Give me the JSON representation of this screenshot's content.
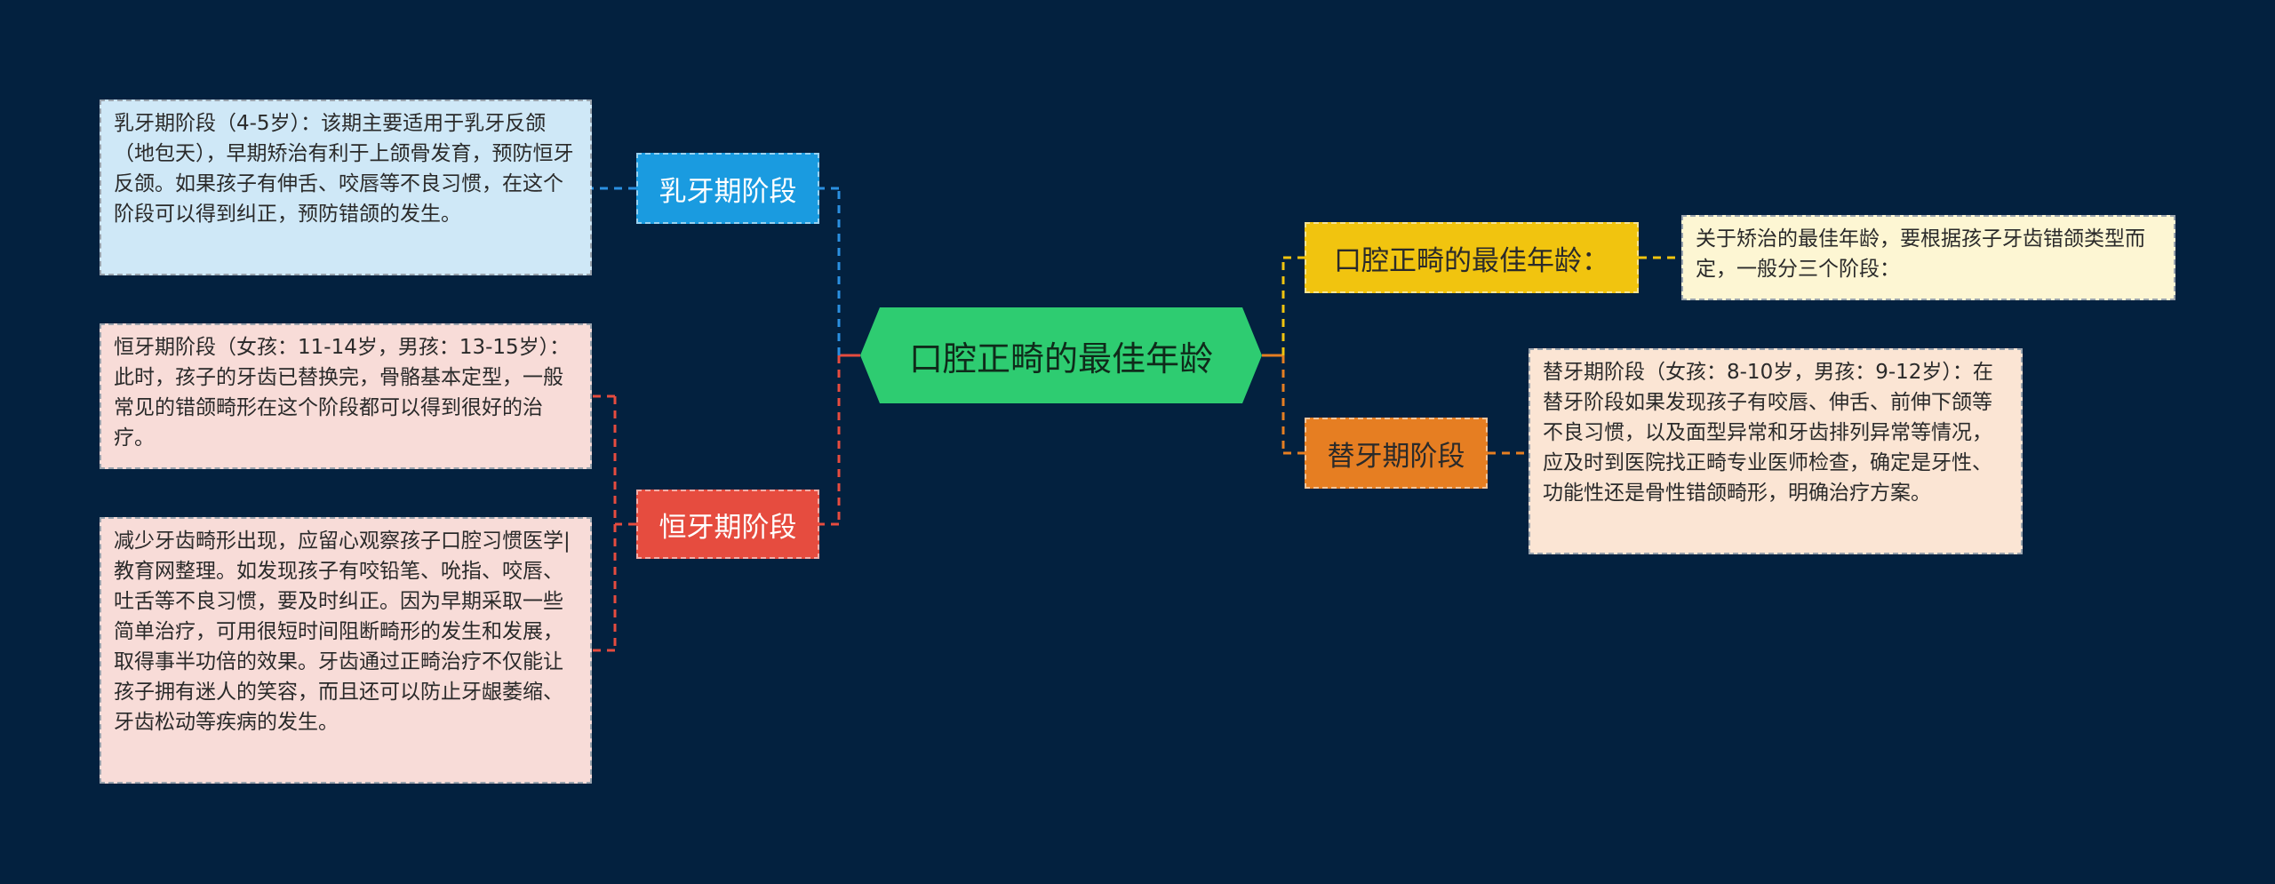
{
  "root": {
    "label": "口腔正畸的最佳年龄",
    "color": "#2ecc71"
  },
  "branches": [
    {
      "id": "ruya",
      "label": "乳牙期阶段",
      "color": "#1a9be0",
      "text_color": "#ffffff",
      "line_color": "#2b90e0",
      "leaves": [
        "乳牙期阶段（4-5岁）：该期主要适用于乳牙反颌（地包天），早期矫治有利于上颌骨发育，预防恒牙反颌。如果孩子有伸舌、咬唇等不良习惯，在这个阶段可以得到纠正，预防错颌的发生。"
      ],
      "leaf_color": "#cfe8f7"
    },
    {
      "id": "hengya",
      "label": "恒牙期阶段",
      "color": "#e64c3f",
      "text_color": "#ffffff",
      "line_color": "#e64c3f",
      "leaves": [
        "恒牙期阶段（女孩：11-14岁，男孩：13-15岁）：此时，孩子的牙齿已替换完，骨骼基本定型，一般常见的错颌畸形在这个阶段都可以得到很好的治疗。",
        "减少牙齿畸形出现，应留心观察孩子口腔习惯医学|教育网整理。如发现孩子有咬铅笔、吮指、咬唇、吐舌等不良习惯，要及时纠正。因为早期采取一些简单治疗，可用很短时间阻断畸形的发生和发展，取得事半功倍的效果。牙齿通过正畸治疗不仅能让孩子拥有迷人的笑容，而且还可以防止牙龈萎缩、牙齿松动等疾病的发生。"
      ],
      "leaf_color": "#f8dcd8"
    },
    {
      "id": "best_age",
      "label": "口腔正畸的最佳年龄：",
      "color": "#f1c40f",
      "text_color": "#2a2a2a",
      "line_color": "#f1c40f",
      "leaves": [
        "关于矫治的最佳年龄，要根据孩子牙齿错颌类型而定，一般分三个阶段："
      ],
      "leaf_color": "#fdf6d3"
    },
    {
      "id": "tiya",
      "label": "替牙期阶段",
      "color": "#e67e22",
      "text_color": "#2a2a2a",
      "line_color": "#e67e22",
      "leaves": [
        "替牙期阶段（女孩：8-10岁，男孩：9-12岁）：在替牙阶段如果发现孩子有咬唇、伸舌、前伸下颌等不良习惯，以及面型异常和牙齿排列异常等情况，应及时到医院找正畸专业医师检查，确定是牙性、功能性还是骨性错颌畸形，明确治疗方案。"
      ],
      "leaf_color": "#fbe5d4"
    }
  ]
}
